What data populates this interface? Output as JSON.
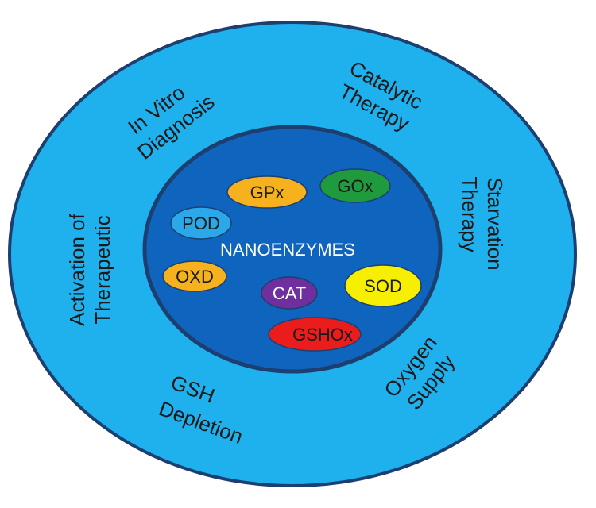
{
  "center": {
    "label": "NANOENZYMES"
  },
  "applications": {
    "in_vitro": [
      "In Vitro",
      "Diagnosis"
    ],
    "catalytic": [
      "Catalytic",
      "Therapy"
    ],
    "starvation": [
      "Starvation",
      "Therapy"
    ],
    "oxygen": [
      "Oxygen",
      "Supply"
    ],
    "gsh": [
      "GSH",
      "Depletion"
    ],
    "activation": [
      "Activation of",
      "Therapeutic"
    ]
  },
  "enzymes": {
    "gpx": {
      "label": "GPx",
      "color": "#f5b21e",
      "text_color": "#1a1a1a"
    },
    "gox": {
      "label": "GOx",
      "color": "#1f9a3c",
      "text_color": "#1a1a1a"
    },
    "pod": {
      "label": "POD",
      "color": "#2aa8ea",
      "text_color": "#1a1a1a"
    },
    "oxd": {
      "label": "OXD",
      "color": "#f5b21e",
      "text_color": "#1a1a1a"
    },
    "cat": {
      "label": "CAT",
      "color": "#6f2f9e",
      "text_color": "#ffffff"
    },
    "sod": {
      "label": "SOD",
      "color": "#f7ef00",
      "text_color": "#1a1a1a"
    },
    "gshox": {
      "label": "GSHOx",
      "color": "#ea1c1c",
      "text_color": "#1a1a1a"
    }
  },
  "colors": {
    "outer_fill": "#1fb0ee",
    "outer_stroke": "#1d3f70",
    "inner_fill": "#0f64bd",
    "inner_stroke": "#1d3f70"
  }
}
